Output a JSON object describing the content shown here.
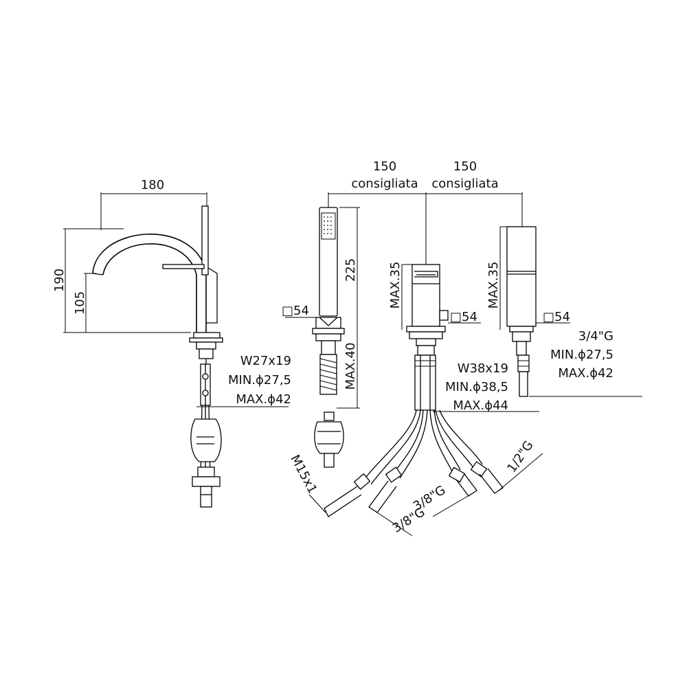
{
  "side_view": {
    "width_label": "180",
    "height_label": "190",
    "spout_height_label": "105",
    "connection_label": "W27x19",
    "min_diameter_label": "MIN.ϕ27,5",
    "max_diameter_label": "MAX.ϕ42"
  },
  "hand_shower": {
    "square_label": "□54",
    "height_label": "225",
    "max_label": "MAX.40"
  },
  "mixer": {
    "spacing_left_value": "150",
    "spacing_left_note": "consigliata",
    "spacing_right_value": "150",
    "spacing_right_note": "consigliata",
    "max_label": "MAX.35",
    "square_label": "□54",
    "connection_label": "W38x19",
    "min_diameter_label": "MIN.ϕ38,5",
    "max_diameter_label": "MAX.ϕ44"
  },
  "diverter": {
    "max_label": "MAX.35",
    "square_label": "□54",
    "thread_label": "3/4\"G",
    "min_diameter_label": "MIN.ϕ27,5",
    "max_diameter_label": "MAX.ϕ42"
  },
  "hoses": {
    "m15_label": "M15x1",
    "hose_38_a_label": "3/8\"G",
    "hose_38_b_label": "3/8\"G",
    "hose_12_label": "1/2\"G"
  }
}
